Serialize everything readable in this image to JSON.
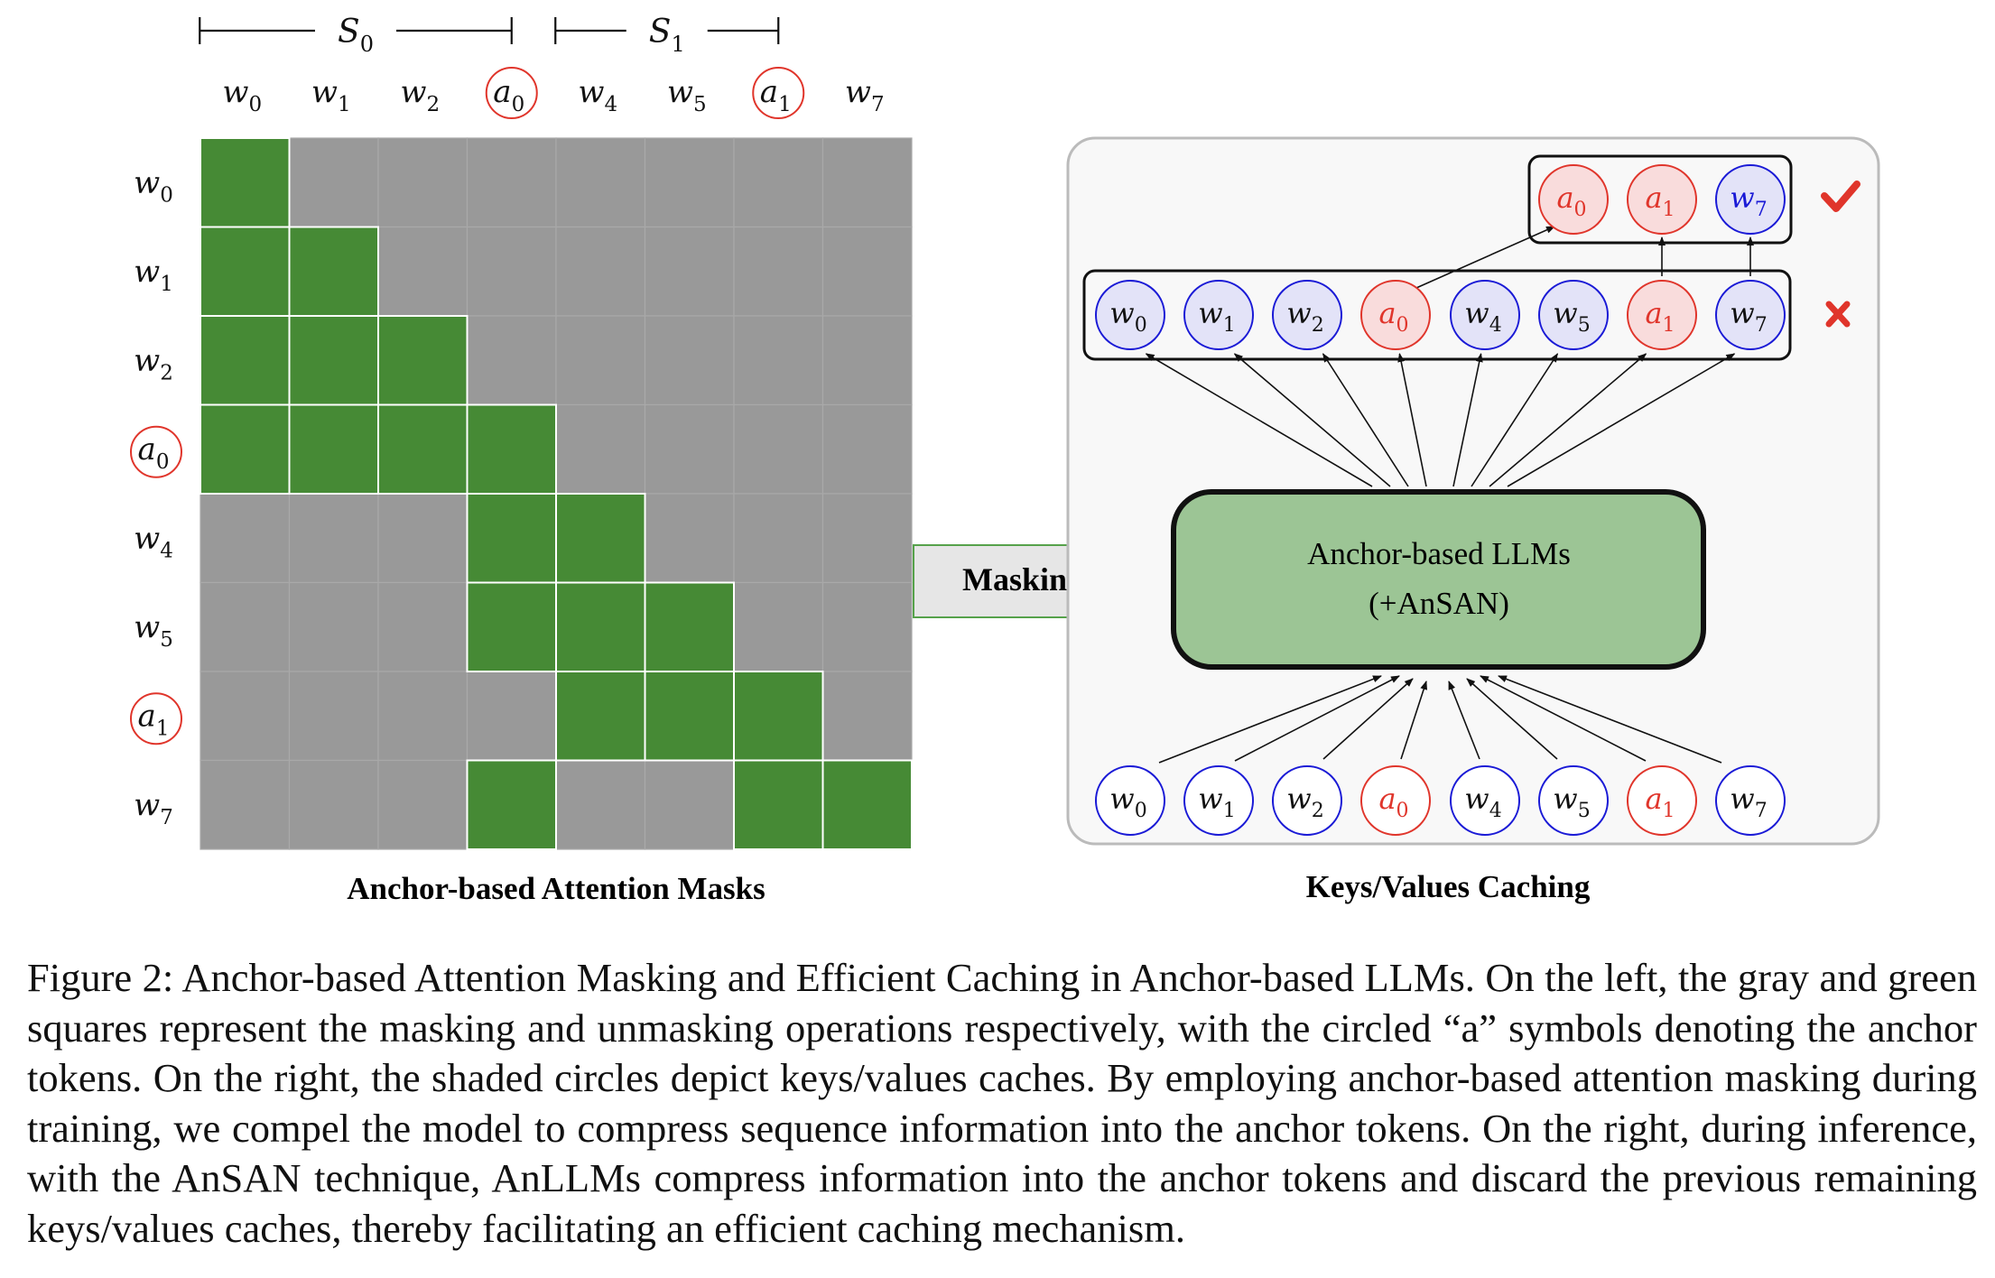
{
  "mask_grid": {
    "column_tokens": [
      {
        "base": "w",
        "sub": "0",
        "anchor": false
      },
      {
        "base": "w",
        "sub": "1",
        "anchor": false
      },
      {
        "base": "w",
        "sub": "2",
        "anchor": false
      },
      {
        "base": "a",
        "sub": "0",
        "anchor": true
      },
      {
        "base": "w",
        "sub": "4",
        "anchor": false
      },
      {
        "base": "w",
        "sub": "5",
        "anchor": false
      },
      {
        "base": "a",
        "sub": "1",
        "anchor": true
      },
      {
        "base": "w",
        "sub": "7",
        "anchor": false
      }
    ],
    "row_tokens": [
      {
        "base": "w",
        "sub": "0",
        "anchor": false
      },
      {
        "base": "w",
        "sub": "1",
        "anchor": false
      },
      {
        "base": "w",
        "sub": "2",
        "anchor": false
      },
      {
        "base": "a",
        "sub": "0",
        "anchor": true
      },
      {
        "base": "w",
        "sub": "4",
        "anchor": false
      },
      {
        "base": "w",
        "sub": "5",
        "anchor": false
      },
      {
        "base": "a",
        "sub": "1",
        "anchor": true
      },
      {
        "base": "w",
        "sub": "7",
        "anchor": false
      }
    ],
    "unmasked": [
      [
        1,
        0,
        0,
        0,
        0,
        0,
        0,
        0
      ],
      [
        1,
        1,
        0,
        0,
        0,
        0,
        0,
        0
      ],
      [
        1,
        1,
        1,
        0,
        0,
        0,
        0,
        0
      ],
      [
        1,
        1,
        1,
        1,
        0,
        0,
        0,
        0
      ],
      [
        0,
        0,
        0,
        1,
        1,
        0,
        0,
        0
      ],
      [
        0,
        0,
        0,
        1,
        1,
        1,
        0,
        0
      ],
      [
        0,
        0,
        0,
        0,
        1,
        1,
        1,
        0
      ],
      [
        0,
        0,
        0,
        1,
        0,
        0,
        1,
        1
      ]
    ],
    "segments": [
      {
        "base": "S",
        "sub": "0"
      },
      {
        "base": "S",
        "sub": "1"
      }
    ],
    "title": "Anchor-based Attention Masks"
  },
  "arrow_label": "Masking",
  "model_box": {
    "line1": "Anchor-based LLMs",
    "line2": "(+AnSAN)"
  },
  "cache_panel": {
    "title": "Keys/Values Caching",
    "full_cache": [
      {
        "base": "w",
        "sub": "0",
        "anchor": false
      },
      {
        "base": "w",
        "sub": "1",
        "anchor": false
      },
      {
        "base": "w",
        "sub": "2",
        "anchor": false
      },
      {
        "base": "a",
        "sub": "0",
        "anchor": true
      },
      {
        "base": "w",
        "sub": "4",
        "anchor": false
      },
      {
        "base": "w",
        "sub": "5",
        "anchor": false
      },
      {
        "base": "a",
        "sub": "1",
        "anchor": true
      },
      {
        "base": "w",
        "sub": "7",
        "anchor": false
      }
    ],
    "kept_cache": [
      {
        "base": "a",
        "sub": "0",
        "anchor": true
      },
      {
        "base": "a",
        "sub": "1",
        "anchor": true
      },
      {
        "base": "w",
        "sub": "7",
        "anchor": false
      }
    ],
    "inputs": [
      {
        "base": "w",
        "sub": "0",
        "anchor": false
      },
      {
        "base": "w",
        "sub": "1",
        "anchor": false
      },
      {
        "base": "w",
        "sub": "2",
        "anchor": false
      },
      {
        "base": "a",
        "sub": "0",
        "anchor": true
      },
      {
        "base": "w",
        "sub": "4",
        "anchor": false
      },
      {
        "base": "w",
        "sub": "5",
        "anchor": false
      },
      {
        "base": "a",
        "sub": "1",
        "anchor": true
      },
      {
        "base": "w",
        "sub": "7",
        "anchor": false
      }
    ]
  },
  "colors": {
    "green": "#468a35",
    "gray": "#999999",
    "anchor_red": "#e0352b",
    "token_blue": "#1a1ad6",
    "cache_fill_blue": "#e3e3f8",
    "cache_fill_red": "#f9dcdc",
    "model_fill": "#9cc595",
    "check_red": "#e0352b"
  },
  "caption": {
    "label": "Figure 2:",
    "text": "Anchor-based Attention Masking and Efficient Caching in Anchor-based LLMs. On the left, the gray and green squares represent the masking and unmasking operations respectively, with the circled “a” symbols denoting the anchor tokens. On the right, the shaded circles depict keys/values caches. By employing anchor-based attention masking during training, we compel the model to compress sequence information into the anchor tokens. On the right, during inference, with the AnSAN technique, AnLLMs compress information into the anchor tokens and discard the previous remaining keys/values caches, thereby facilitating an efficient caching mechanism."
  }
}
